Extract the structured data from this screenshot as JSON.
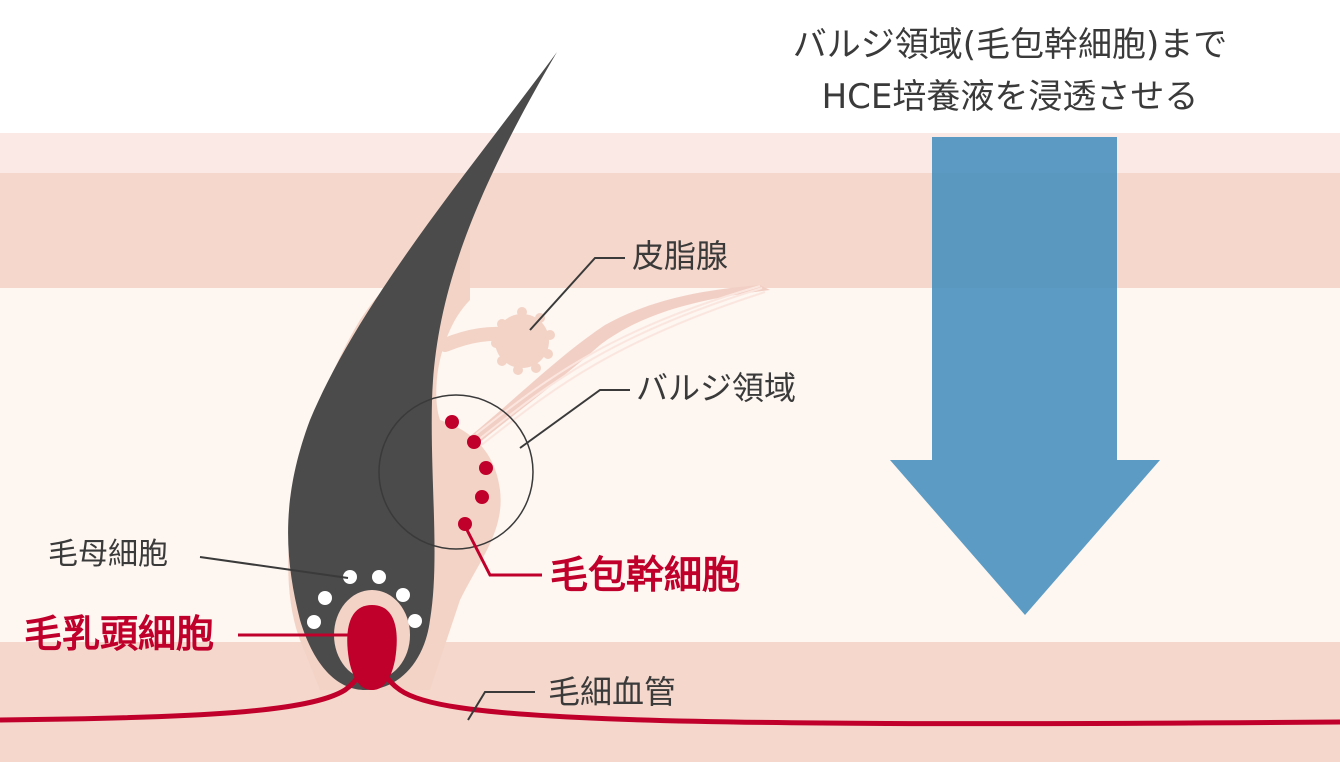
{
  "title": {
    "line1": "バルジ領域(毛包幹細胞)まで",
    "line2": "HCE培養液を浸透させる"
  },
  "labels": {
    "sebaceous_gland": "皮脂腺",
    "bulge_region": "バルジ領域",
    "hair_follicle_stem_cells": "毛包幹細胞",
    "hair_matrix_cells": "毛母細胞",
    "dermal_papilla_cells": "毛乳頭細胞",
    "capillary": "毛細血管"
  },
  "colors": {
    "skin_layer_top": "#fbe8e4",
    "skin_layer_band": "#f5d7cc",
    "dermis": "#fdf6f1",
    "follicle_sheath": "#f3d3c6",
    "hair_shaft": "#4b4b4b",
    "stem_cell_red": "#c0002b",
    "arrow_blue": "#4a91bf",
    "label_dark": "#3a3a3a"
  }
}
